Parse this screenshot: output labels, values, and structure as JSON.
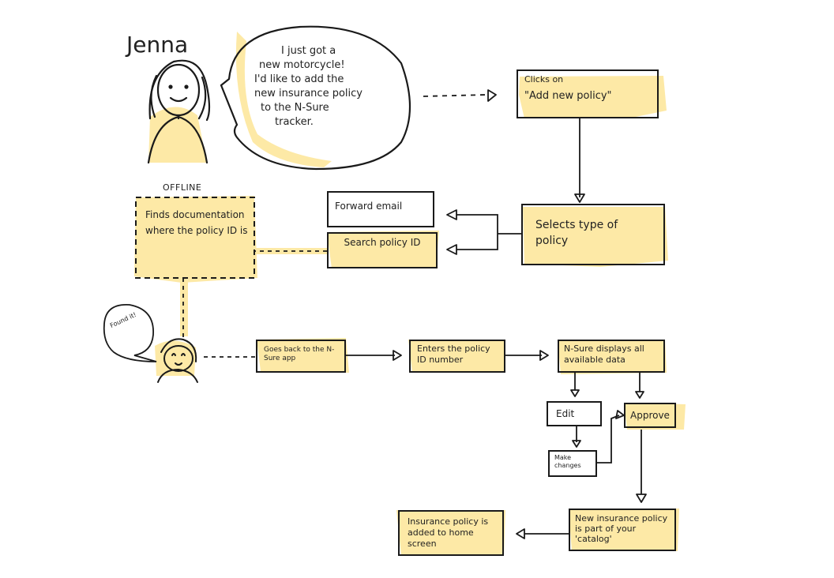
{
  "persona": {
    "name": "Jenna"
  },
  "speech": {
    "lines": [
      "I just got a",
      "new motorcycle!",
      "I'd like to add the",
      "new insurance policy",
      "to the N-Sure",
      "tracker."
    ]
  },
  "steps": {
    "clicks_on": "Clicks on",
    "add_new_policy": "\"Add new policy\"",
    "selects_type": "Selects type of policy",
    "forward_email": "Forward email",
    "search_policy_id": "Search policy ID",
    "offline_label": "OFFLINE",
    "finds_documentation": "Finds documentation where the policy ID is",
    "found_it": "Found it!",
    "goes_back": "Goes back to the N-Sure app",
    "enters_policy_id": "Enters the policy ID number",
    "displays_data": "N-Sure displays all available data",
    "edit": "Edit",
    "approve": "Approve",
    "make_changes": "Make changes",
    "new_policy_catalog": "New insurance policy is part of your 'catalog'",
    "policy_added": "Insurance policy is added to home screen"
  },
  "colors": {
    "highlight": "#fde9a6",
    "ink": "#1a1a1a"
  }
}
